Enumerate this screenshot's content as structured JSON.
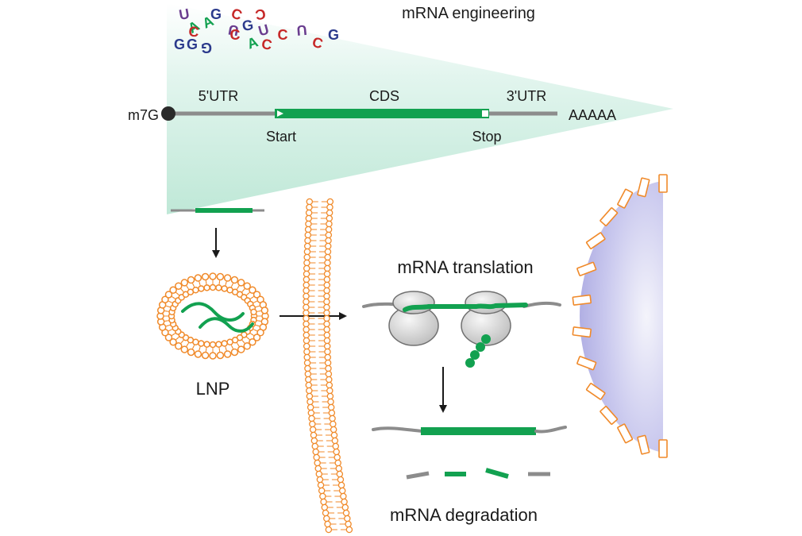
{
  "engineering": {
    "title": "mRNA engineering",
    "cap": "m7G",
    "utr5": "5'UTR",
    "cds": "CDS",
    "utr3": "3'UTR",
    "polyA": "AAAAA",
    "start": "Start",
    "stop": "Stop"
  },
  "lnp": {
    "label": "LNP"
  },
  "translation": {
    "label": "mRNA translation"
  },
  "degradation": {
    "label": "mRNA degradation"
  },
  "nucleotides": [
    {
      "letter": "U",
      "color": "#6a3d8f"
    },
    {
      "letter": "G",
      "color": "#2b3a8c"
    },
    {
      "letter": "C",
      "color": "#c62828"
    },
    {
      "letter": "C",
      "color": "#c62828"
    },
    {
      "letter": "U",
      "color": "#6a3d8f"
    },
    {
      "letter": "A",
      "color": "#12a150"
    },
    {
      "letter": "A",
      "color": "#12a150"
    },
    {
      "letter": "C",
      "color": "#c62828"
    },
    {
      "letter": "G",
      "color": "#2b3a8c"
    },
    {
      "letter": "U",
      "color": "#6a3d8f"
    },
    {
      "letter": "G",
      "color": "#2b3a8c"
    },
    {
      "letter": "C",
      "color": "#c62828"
    },
    {
      "letter": "C",
      "color": "#c62828"
    },
    {
      "letter": "G",
      "color": "#2b3a8c"
    },
    {
      "letter": "G",
      "color": "#2b3a8c"
    },
    {
      "letter": "C",
      "color": "#c62828"
    },
    {
      "letter": "A",
      "color": "#12a150"
    },
    {
      "letter": "C",
      "color": "#c62828"
    },
    {
      "letter": "U",
      "color": "#6a3d8f"
    },
    {
      "letter": "G",
      "color": "#2b3a8c"
    }
  ],
  "colors": {
    "green": "#12a150",
    "gray": "#8c8c8c",
    "orange": "#f08a2a",
    "nucleus": "#bcbbe6",
    "cone": "#c9ecdf"
  }
}
